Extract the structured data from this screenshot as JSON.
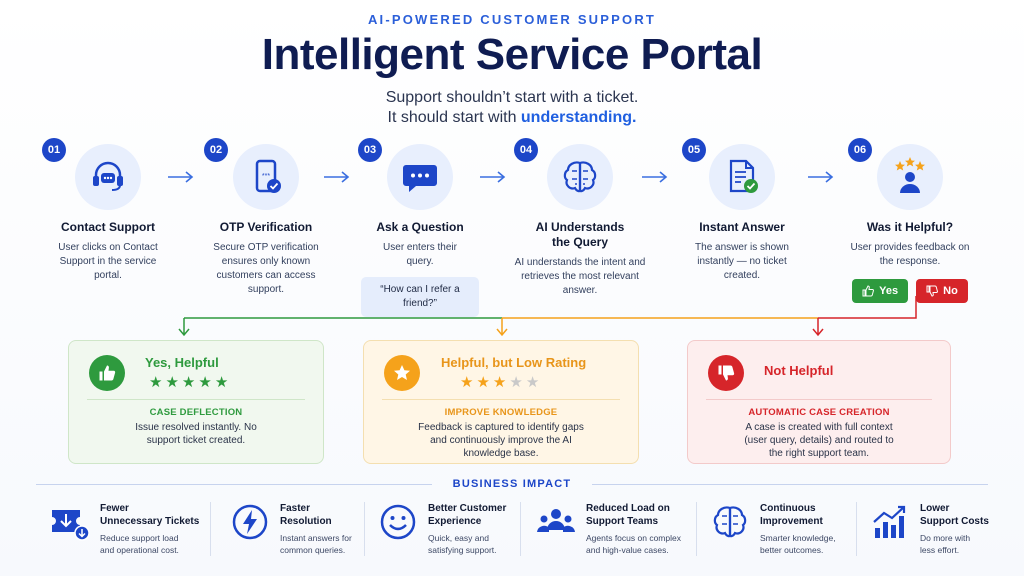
{
  "header": {
    "kicker": "AI-POWERED CUSTOMER SUPPORT",
    "title": "Intelligent Service Portal",
    "subtitle_line1": "Support shouldn’t start with a ticket.",
    "subtitle_line2_prefix": "It should start with ",
    "subtitle_line2_accent": "understanding."
  },
  "steps": [
    {
      "num": "01",
      "title": "Contact Support",
      "desc": "User clicks on Contact Support in the service portal.",
      "icon": "headset-icon"
    },
    {
      "num": "02",
      "title": "OTP Verification",
      "desc": "Secure OTP verification ensures only known customers can access support.",
      "icon": "phone-verified-icon"
    },
    {
      "num": "03",
      "title": "Ask a Question",
      "desc": "User enters their query.",
      "quote": "“How can I refer a friend?”",
      "icon": "chat-bubble-icon"
    },
    {
      "num": "04",
      "title_line1": "AI Understands",
      "title_line2": "the Query",
      "desc": "AI understands the intent and retrieves the most relevant answer.",
      "icon": "brain-icon"
    },
    {
      "num": "05",
      "title": "Instant Answer",
      "desc": "The answer is shown instantly — no ticket created.",
      "icon": "document-check-icon"
    },
    {
      "num": "06",
      "title": "Was it Helpful?",
      "desc": "User provides feedback on the response.",
      "yes_label": "Yes",
      "no_label": "No",
      "icon": "user-rating-icon"
    }
  ],
  "outcomes": [
    {
      "title": "Yes, Helpful",
      "rating": 5,
      "label": "CASE DEFLECTION",
      "desc": "Issue resolved instantly. No support ticket created.",
      "color": "#2e9a3e",
      "icon": "thumbs-up-icon"
    },
    {
      "title": "Helpful, but Low Rating",
      "rating": 3,
      "label": "IMPROVE KNOWLEDGE",
      "desc": "Feedback is captured to identify gaps and continuously improve the AI knowledge base.",
      "color": "#f5a21b",
      "icon": "star-icon"
    },
    {
      "title": "Not Helpful",
      "label": "AUTOMATIC CASE CREATION",
      "desc": "A case is created with full context (user query, details) and routed to the right support team.",
      "color": "#d6252a",
      "icon": "thumbs-down-icon"
    }
  ],
  "impact": {
    "heading": "BUSINESS IMPACT",
    "items": [
      {
        "title1": "Fewer",
        "title2": "Unnecessary Tickets",
        "desc1": "Reduce support load",
        "desc2": "and operational cost.",
        "icon": "ticket-down-icon"
      },
      {
        "title1": "Faster",
        "title2": "Resolution",
        "desc1": "Instant answers for",
        "desc2": "common queries.",
        "icon": "lightning-icon"
      },
      {
        "title1": "Better Customer",
        "title2": "Experience",
        "desc1": "Quick, easy and",
        "desc2": "satisfying support.",
        "icon": "smiley-icon"
      },
      {
        "title1": "Reduced Load on",
        "title2": "Support Teams",
        "desc1": "Agents focus on complex",
        "desc2": "and high-value cases.",
        "icon": "team-icon"
      },
      {
        "title1": "Continuous",
        "title2": "Improvement",
        "desc1": "Smarter knowledge,",
        "desc2": "better outcomes.",
        "icon": "brain-icon"
      },
      {
        "title1": "Lower",
        "title2": "Support Costs",
        "desc1": "Do more with",
        "desc2": "less effort.",
        "icon": "chart-up-icon"
      }
    ]
  },
  "colors": {
    "primary": "#1d46c8",
    "navy": "#0f1c52",
    "green": "#2e9a3e",
    "orange": "#f5a21b",
    "red": "#d6252a"
  }
}
